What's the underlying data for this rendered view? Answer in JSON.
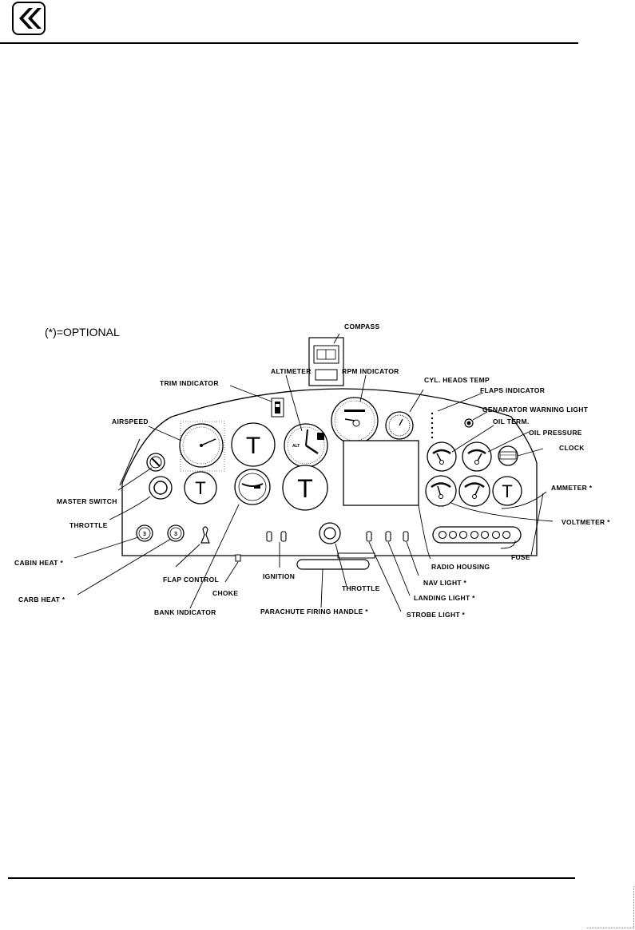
{
  "optional_note": "(*)=OPTIONAL",
  "labels": {
    "compass": "COMPASS",
    "altimeter": "ALTIMETER",
    "rpm_indicator": "RPM INDICATOR",
    "cyl_heads_temp": "CYL. HEADS TEMP",
    "trim_indicator": "TRIM INDICATOR",
    "flaps_indicator": "FLAPS INDICATOR",
    "generator_warning_light": "GENARATOR WARNING LIGHT",
    "airspeed": "AIRSPEED",
    "oil_term": "OIL TERM.",
    "oil_pressure": "OIL PRESSURE",
    "clock": "CLOCK",
    "master_switch": "MASTER SWITCH",
    "ammeter": "AMMETER *",
    "throttle_left": "THROTTLE",
    "voltmeter": "VOLTMETER *",
    "fuse": "FUSE",
    "cabin_heat": "CABIN HEAT *",
    "radio_housing": "RADIO HOUSING",
    "flap_control": "FLAP CONTROL",
    "ignition": "IGNITION",
    "nav_light": "NAV LIGHT *",
    "carb_heat": "CARB HEAT *",
    "throttle_center": "THROTTLE",
    "choke": "CHOKE",
    "landing_light": "LANDING LIGHT *",
    "bank_indicator": "BANK INDICATOR",
    "parachute_firing_handle": "PARACHUTE FIRING HANDLE *",
    "strobe_light": "STROBE LIGHT *"
  },
  "instrument_text": {
    "turn_coordinator_glyph": "T",
    "knob_number": "3",
    "altimeter_mark": "ALT"
  }
}
